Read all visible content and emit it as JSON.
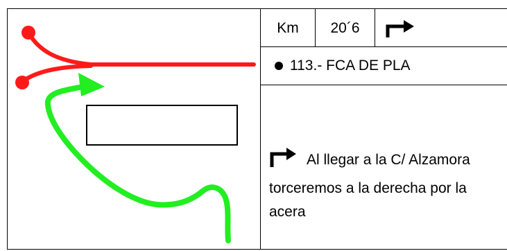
{
  "header": {
    "km_label": "Km",
    "km_value": "20´6",
    "turn_icon": "turn-right-arrow-icon"
  },
  "waypoint": {
    "bullet_icon": "bullet-icon",
    "label": "113.- FCA DE PLA"
  },
  "instruction": {
    "turn_icon": "turn-right-arrow-icon",
    "line1": "Al llegar a la C/ Alzamora",
    "line2": "torceremos a la derecha por la",
    "line3": "acera"
  },
  "diagram": {
    "road_color": "#ff1a1a",
    "route_color": "#22ee22",
    "box_color": "#000000"
  }
}
